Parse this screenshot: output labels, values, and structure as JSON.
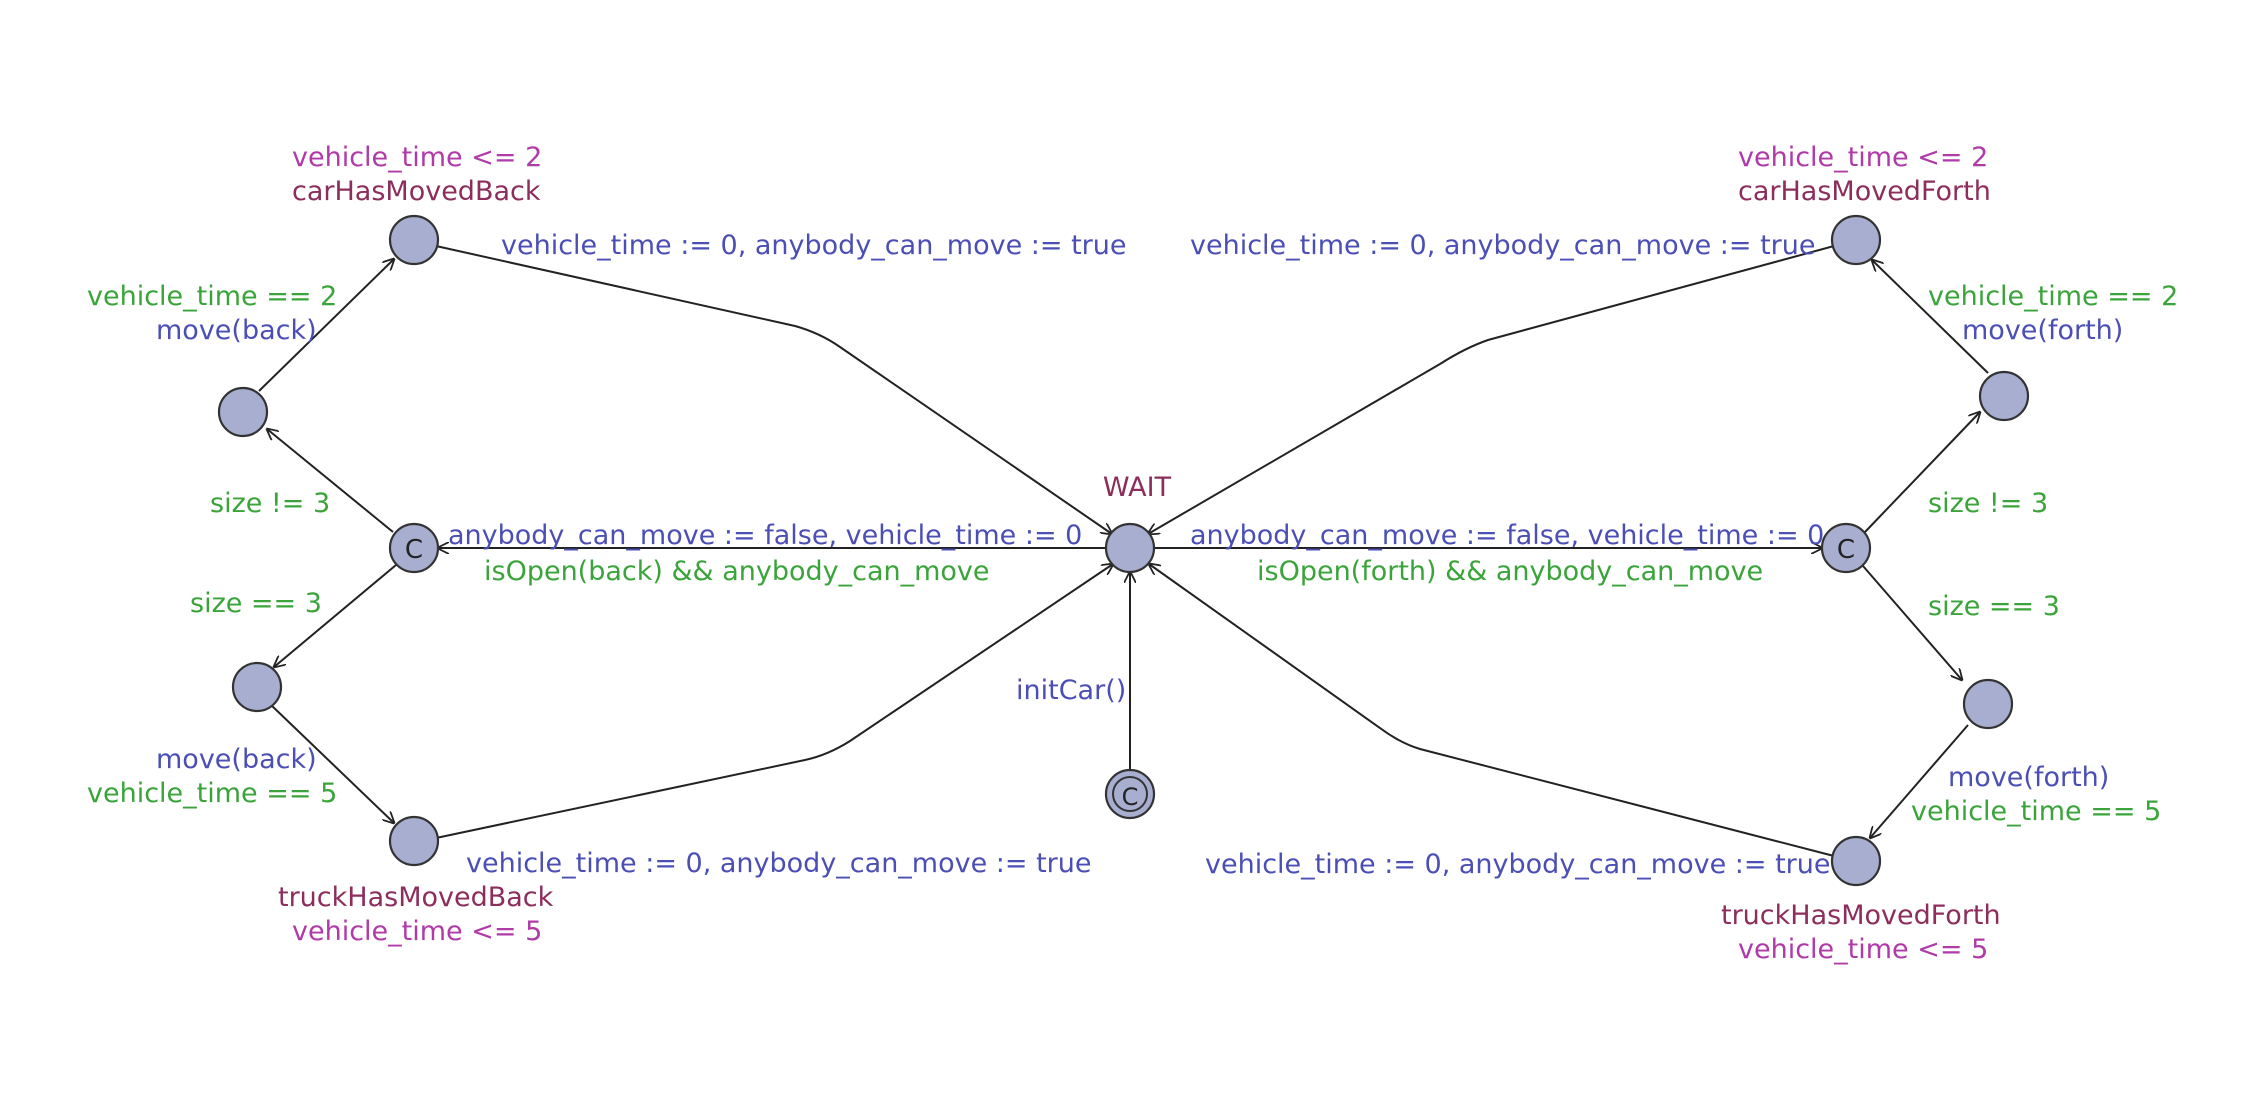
{
  "colors": {
    "state_fill": "#a7aed0",
    "state_stroke": "#333333",
    "edge": "#222222",
    "sync": "#4b4fb5",
    "guard": "#3aa43a",
    "name": "#8c2d5c",
    "invariant": "#b03aa8"
  },
  "states": {
    "wait": {
      "name": "WAIT"
    },
    "car_back": {
      "name": "carHasMovedBack",
      "invariant": "vehicle_time <= 2"
    },
    "car_forth": {
      "name": "carHasMovedForth",
      "invariant": "vehicle_time <= 2"
    },
    "truck_back": {
      "name": "truckHasMovedBack",
      "invariant": "vehicle_time <= 5"
    },
    "truck_forth": {
      "name": "truckHasMovedForth",
      "invariant": "vehicle_time <= 5"
    },
    "committed_back": {
      "marker": "C"
    },
    "committed_forth": {
      "marker": "C"
    },
    "init": {
      "marker": "C"
    }
  },
  "edges": {
    "init_edge": {
      "sync": "initCar()"
    },
    "to_back": {
      "update": "anybody_can_move := false, vehicle_time := 0",
      "guard": "isOpen(back) && anybody_can_move"
    },
    "to_forth": {
      "update": "anybody_can_move := false, vehicle_time := 0",
      "guard": "isOpen(forth) && anybody_can_move"
    },
    "back_size_ne": {
      "guard": "size != 3"
    },
    "back_size_eq": {
      "guard": "size == 3"
    },
    "forth_size_ne": {
      "guard": "size != 3"
    },
    "forth_size_eq": {
      "guard": "size == 3"
    },
    "car_back_move": {
      "guard": "vehicle_time == 2",
      "sync": "move(back)"
    },
    "truck_back_move": {
      "sync": "move(back)",
      "guard": "vehicle_time == 5"
    },
    "car_forth_move": {
      "guard": "vehicle_time == 2",
      "sync": "move(forth)"
    },
    "truck_forth_move": {
      "sync": "move(forth)",
      "guard": "vehicle_time == 5"
    },
    "car_back_return": {
      "update": "vehicle_time := 0, anybody_can_move := true"
    },
    "car_forth_return": {
      "update": "vehicle_time := 0, anybody_can_move := true"
    },
    "truck_back_return": {
      "update": "vehicle_time := 0, anybody_can_move := true"
    },
    "truck_forth_return": {
      "update": "vehicle_time := 0, anybody_can_move := true"
    }
  }
}
